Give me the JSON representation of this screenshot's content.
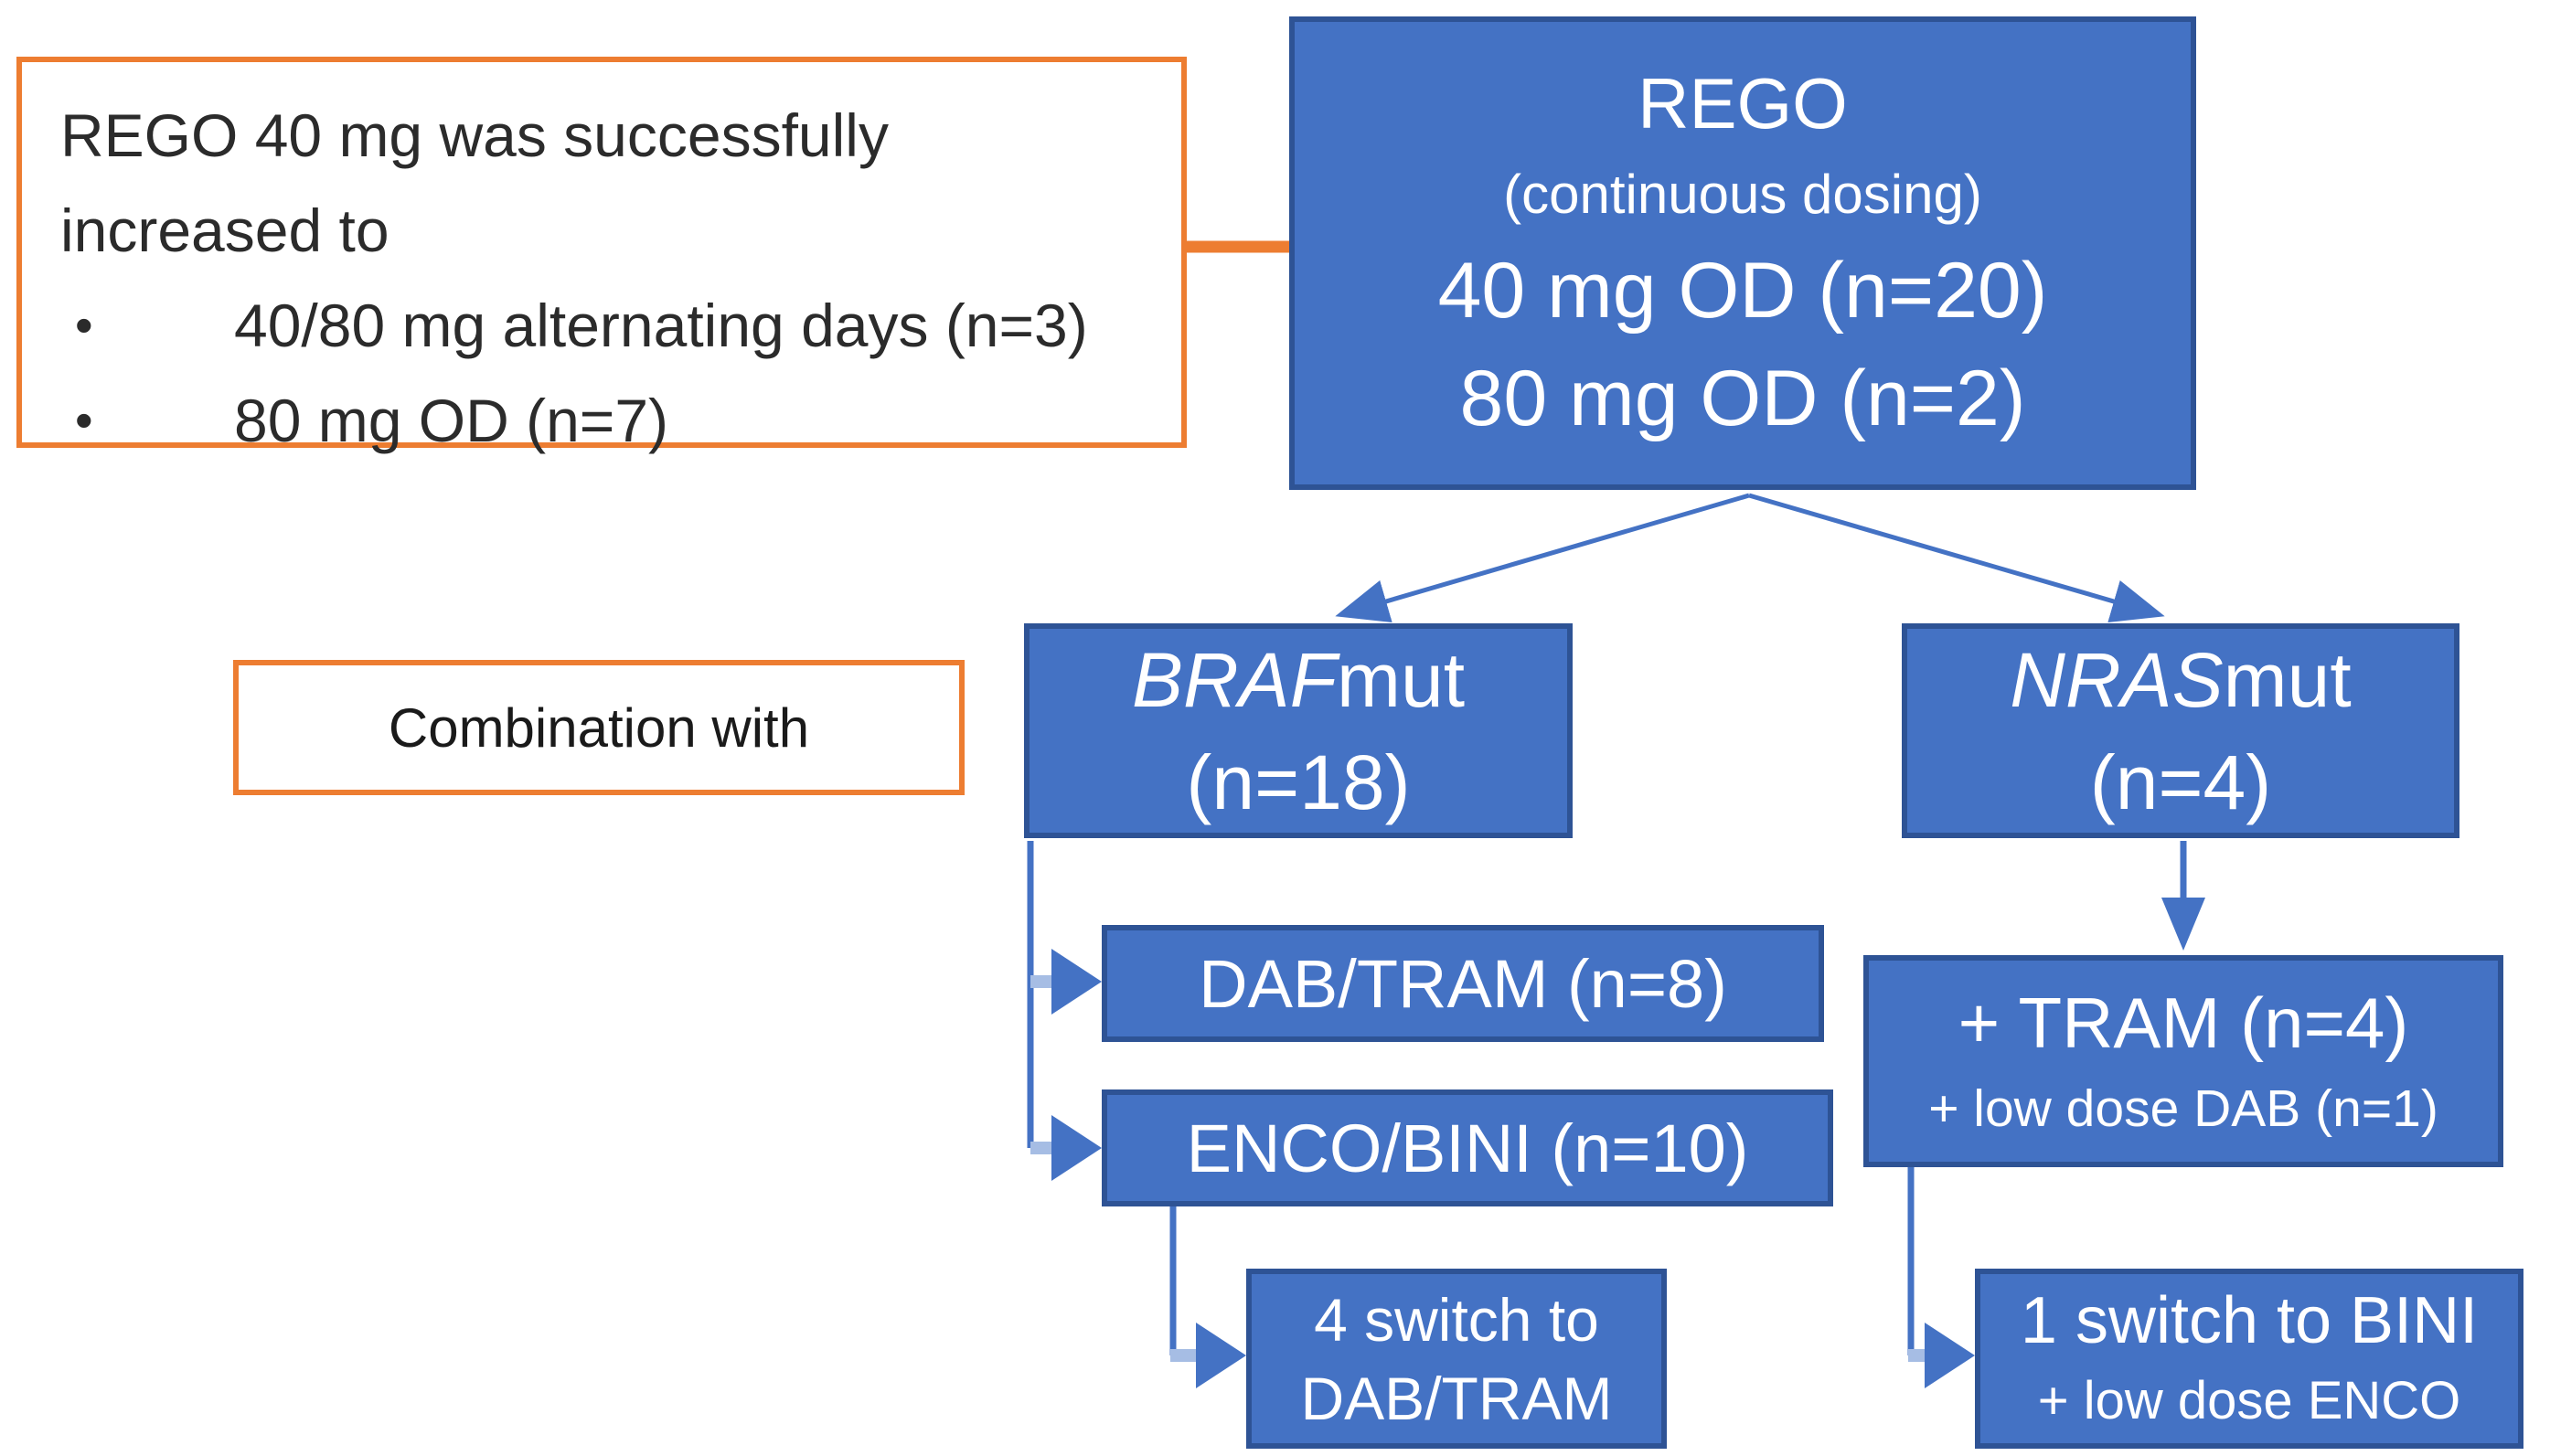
{
  "palette": {
    "box_fill": "#4472C4",
    "box_border": "#2E5395",
    "connector": "#4472C4",
    "connector_light": "#A6BDE4",
    "accent_orange": "#ED7D31",
    "text_dark": "#2b2b2b",
    "text_light": "#ffffff"
  },
  "bullet_char": "•",
  "note_box": {
    "line1": "REGO 40 mg was successfully",
    "line2": "increased to",
    "bullets": [
      "40/80 mg alternating days (n=3)",
      "80 mg OD (n=7)"
    ]
  },
  "combination_label": "Combination with",
  "nodes": {
    "rego": {
      "title": "REGO",
      "subtitle": "(continuous dosing)",
      "line1": "40 mg OD (n=20)",
      "line2": "80 mg OD (n=2)"
    },
    "braf": {
      "gene": "BRAF",
      "suffix": "mut",
      "count": "(n=18)"
    },
    "nras": {
      "gene": "NRAS",
      "suffix": "mut",
      "count": "(n=4)"
    },
    "dab_tram": {
      "label": "DAB/TRAM (n=8)"
    },
    "enco_bini": {
      "label": "ENCO/BINI (n=10)"
    },
    "switch_dab": {
      "line1": "4 switch to",
      "line2": "DAB/TRAM"
    },
    "tram": {
      "line1": "+ TRAM (n=4)",
      "line2": "+ low dose DAB (n=1)"
    },
    "switch_bini": {
      "line1": "1 switch to BINI",
      "line2": "+ low dose ENCO"
    }
  }
}
